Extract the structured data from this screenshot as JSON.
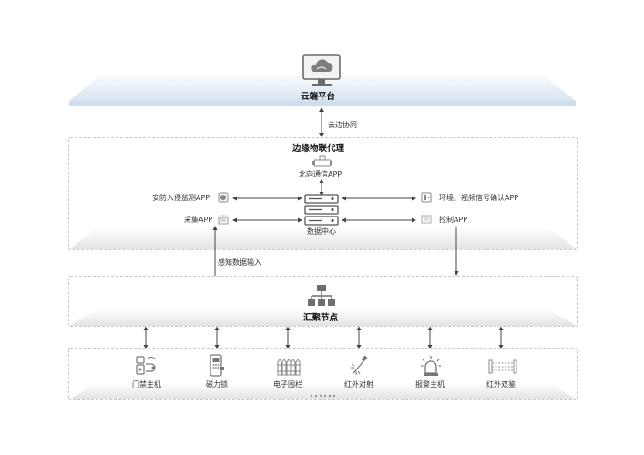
{
  "cloud": {
    "title": "云端平台",
    "link_label": "云边协同"
  },
  "edge": {
    "title": "边缘物联代理",
    "north_app": "北向通信APP",
    "center_label": "数据中心",
    "apps_left": [
      "安防入侵监测APP",
      "采集APP"
    ],
    "apps_right": [
      "环境、视频信号确认APP",
      "控制APP"
    ]
  },
  "uplink_label": "感知数据输入",
  "hub": {
    "title": "汇聚节点"
  },
  "devices": [
    {
      "label": "门禁主机",
      "icon": "access-control-icon"
    },
    {
      "label": "磁力锁",
      "icon": "magnetic-lock-icon"
    },
    {
      "label": "电子围栏",
      "icon": "electronic-fence-icon"
    },
    {
      "label": "红外对射",
      "icon": "infrared-beam-icon"
    },
    {
      "label": "报警主机",
      "icon": "alarm-light-icon"
    },
    {
      "label": "红外双鉴",
      "icon": "dual-sensor-icon"
    }
  ],
  "colors": {
    "cloud_platform": "#dfe9f3",
    "arrow": "#444444",
    "box_border": "#c9c9c9",
    "icon": "#777777"
  }
}
